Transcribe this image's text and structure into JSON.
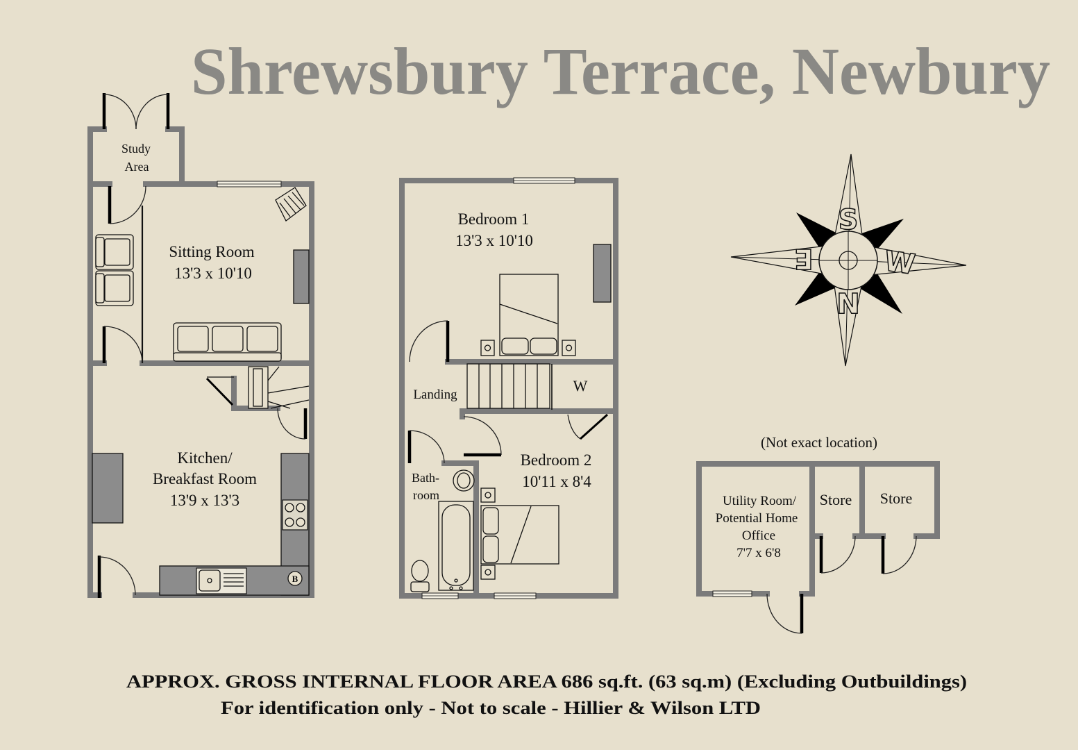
{
  "title": "Shrewsbury Terrace, Newbury",
  "ground_floor": {
    "study": {
      "line1": "Study",
      "line2": "Area"
    },
    "sitting_room": {
      "name": "Sitting Room",
      "size": "13'3 x 10'10"
    },
    "kitchen": {
      "line1": "Kitchen/",
      "line2": "Breakfast Room",
      "size": "13'9 x 13'3"
    },
    "boiler_label": "B"
  },
  "first_floor": {
    "bedroom_1": {
      "name": "Bedroom 1",
      "size": "13'3 x 10'10"
    },
    "landing": "Landing",
    "wardrobe_label": "W",
    "bathroom": {
      "line1": "Bath-",
      "line2": "room"
    },
    "bedroom_2": {
      "name": "Bedroom 2",
      "size": "10'11 x 8'4"
    }
  },
  "compass": {
    "top": "S",
    "right": "W",
    "bottom": "N",
    "left": "E"
  },
  "outbuilding": {
    "location_note": "(Not exact location)",
    "utility_room": {
      "line1": "Utility Room/",
      "line2": "Potential Home",
      "line3": "Office",
      "size": "7'7 x 6'8"
    },
    "store_1": "Store",
    "store_2": "Store"
  },
  "footer": {
    "area_line": "APPROX. GROSS INTERNAL FLOOR AREA 686 sq.ft. (63 sq.m) (Excluding Outbuildings)",
    "credit_line": "For identification only - Not to scale - Hillier & Wilson LTD"
  },
  "colors": {
    "background": "#e7e0cd",
    "wall": "#7b7b7b",
    "title": "#8a8985",
    "fixture": "#8c8c8c",
    "ink": "#111111"
  }
}
